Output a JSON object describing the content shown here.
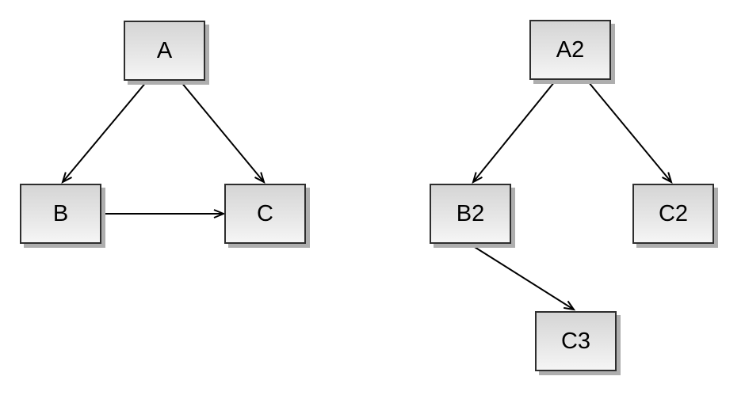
{
  "diagrams": {
    "left": {
      "nodes": [
        {
          "id": "A",
          "label": "A"
        },
        {
          "id": "B",
          "label": "B"
        },
        {
          "id": "C",
          "label": "C"
        }
      ],
      "edges": [
        {
          "from": "A",
          "to": "B"
        },
        {
          "from": "A",
          "to": "C"
        },
        {
          "from": "B",
          "to": "C"
        }
      ]
    },
    "right": {
      "nodes": [
        {
          "id": "A2",
          "label": "A2"
        },
        {
          "id": "B2",
          "label": "B2"
        },
        {
          "id": "C2",
          "label": "C2"
        },
        {
          "id": "C3",
          "label": "C3"
        }
      ],
      "edges": [
        {
          "from": "A2",
          "to": "B2"
        },
        {
          "from": "A2",
          "to": "C2"
        },
        {
          "from": "B2",
          "to": "C3"
        }
      ]
    }
  },
  "colors": {
    "background": "#ffffff",
    "node_border": "#2e2e2e",
    "node_shadow": "#aeaeae",
    "node_fill_top": "#d5d5d5",
    "node_fill_bottom": "#f5f5f5",
    "edge": "#000000",
    "text": "#000000"
  }
}
